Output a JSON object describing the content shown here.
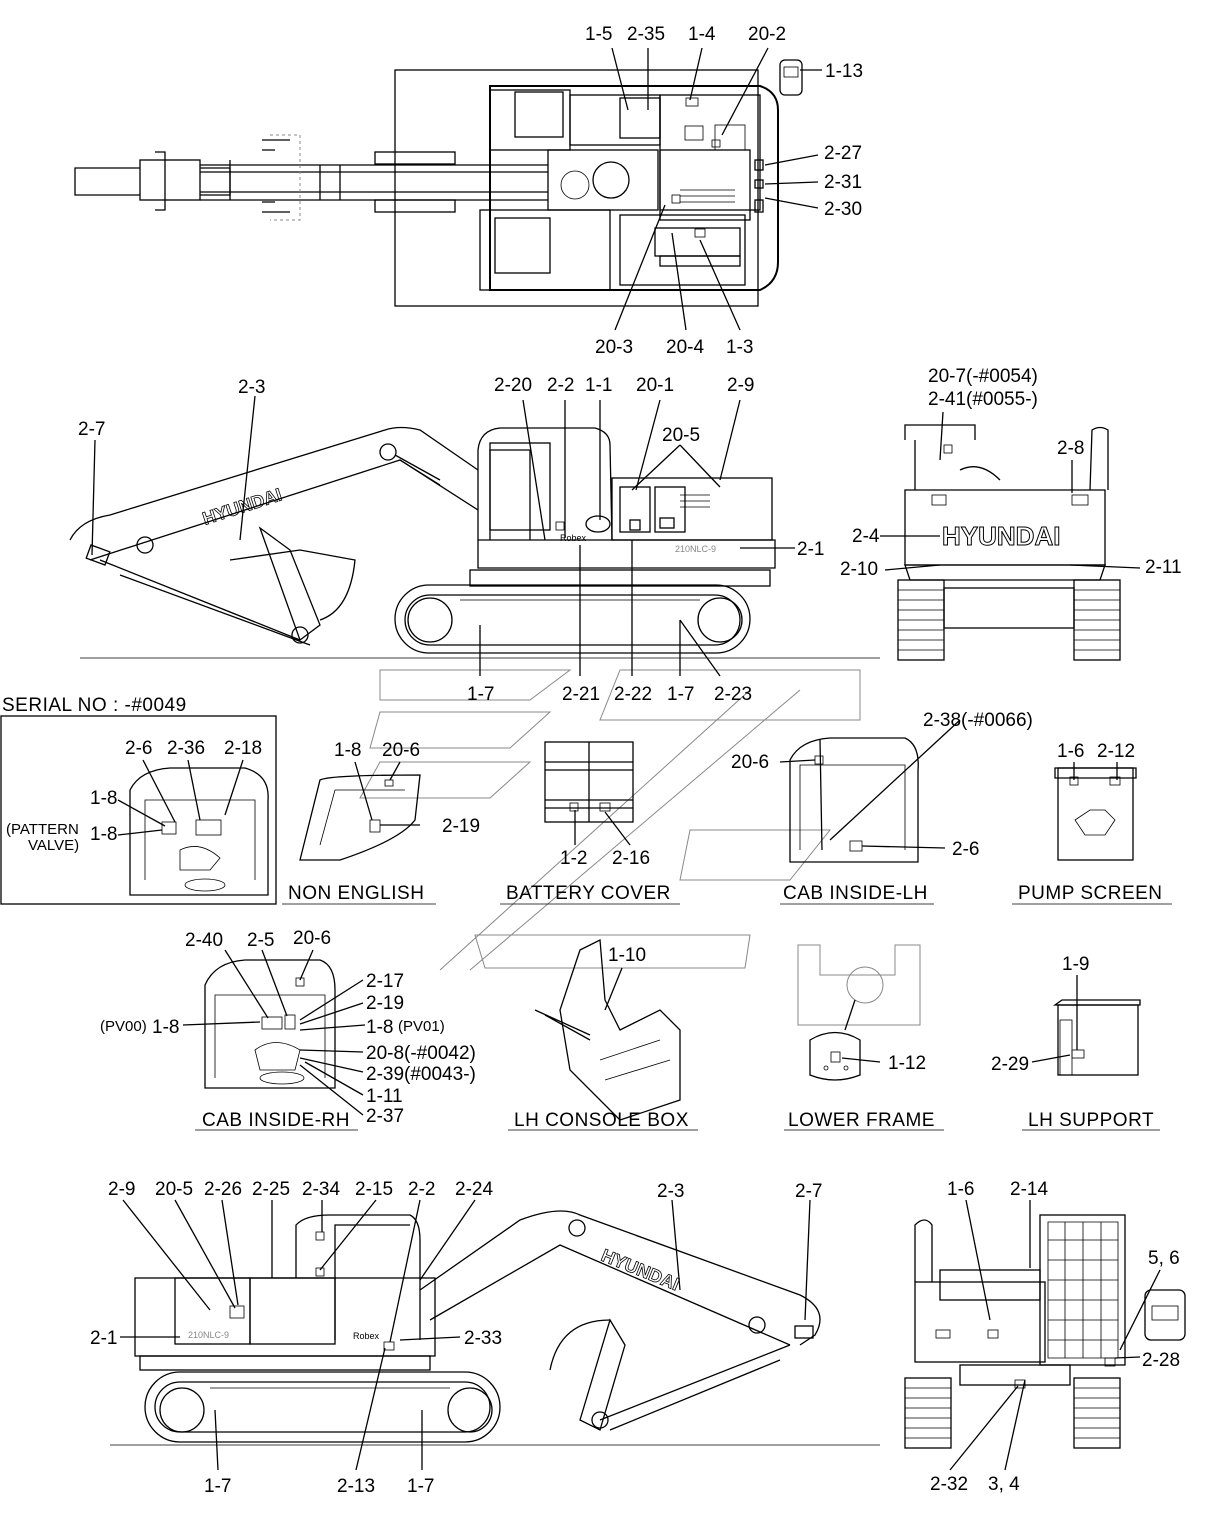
{
  "callouts": [
    {
      "id": "c-1-5",
      "text": "1-5"
    },
    {
      "id": "c-2-35",
      "text": "2-35"
    },
    {
      "id": "c-1-4",
      "text": "1-4"
    },
    {
      "id": "c-20-2",
      "text": "20-2"
    },
    {
      "id": "c-1-13",
      "text": "1-13"
    },
    {
      "id": "c-2-27",
      "text": "2-27"
    },
    {
      "id": "c-2-31",
      "text": "2-31"
    },
    {
      "id": "c-2-30",
      "text": "2-30"
    },
    {
      "id": "c-20-3",
      "text": "20-3"
    },
    {
      "id": "c-20-4",
      "text": "20-4"
    },
    {
      "id": "c-1-3",
      "text": "1-3"
    },
    {
      "id": "c-2-3-a",
      "text": "2-3"
    },
    {
      "id": "c-2-7-a",
      "text": "2-7"
    },
    {
      "id": "c-2-20",
      "text": "2-20"
    },
    {
      "id": "c-2-2-a",
      "text": "2-2"
    },
    {
      "id": "c-1-1",
      "text": "1-1"
    },
    {
      "id": "c-20-1",
      "text": "20-1"
    },
    {
      "id": "c-2-9-a",
      "text": "2-9"
    },
    {
      "id": "c-20-5-a",
      "text": "20-5"
    },
    {
      "id": "c-2-1-a",
      "text": "2-1"
    },
    {
      "id": "c-1-7-a",
      "text": "1-7"
    },
    {
      "id": "c-2-21",
      "text": "2-21"
    },
    {
      "id": "c-2-22",
      "text": "2-22"
    },
    {
      "id": "c-1-7-b",
      "text": "1-7"
    },
    {
      "id": "c-2-23",
      "text": "2-23"
    },
    {
      "id": "c-20-7",
      "text": "20-7(-#0054)"
    },
    {
      "id": "c-2-41",
      "text": "2-41(#0055-)"
    },
    {
      "id": "c-2-8",
      "text": "2-8"
    },
    {
      "id": "c-2-4",
      "text": "2-4"
    },
    {
      "id": "c-2-10",
      "text": "2-10"
    },
    {
      "id": "c-2-11",
      "text": "2-11"
    },
    {
      "id": "c-2-6-a",
      "text": "2-6"
    },
    {
      "id": "c-2-36",
      "text": "2-36"
    },
    {
      "id": "c-2-18",
      "text": "2-18"
    },
    {
      "id": "c-1-8-a",
      "text": "1-8"
    },
    {
      "id": "c-1-8-b",
      "text": "1-8"
    },
    {
      "id": "c-pattern",
      "text": "(PATTERN"
    },
    {
      "id": "c-valve",
      "text": "VALVE)"
    },
    {
      "id": "c-1-8-c",
      "text": "1-8"
    },
    {
      "id": "c-20-6-a",
      "text": "20-6"
    },
    {
      "id": "c-2-19-a",
      "text": "2-19"
    },
    {
      "id": "c-1-2",
      "text": "1-2"
    },
    {
      "id": "c-2-16",
      "text": "2-16"
    },
    {
      "id": "c-2-38",
      "text": "2-38(-#0066)"
    },
    {
      "id": "c-20-6-b",
      "text": "20-6"
    },
    {
      "id": "c-2-6-b",
      "text": "2-6"
    },
    {
      "id": "c-1-6-a",
      "text": "1-6"
    },
    {
      "id": "c-2-12",
      "text": "2-12"
    },
    {
      "id": "c-2-40",
      "text": "2-40"
    },
    {
      "id": "c-2-5",
      "text": "2-5"
    },
    {
      "id": "c-20-6-c",
      "text": "20-6"
    },
    {
      "id": "c-2-17",
      "text": "2-17"
    },
    {
      "id": "c-2-19-b",
      "text": "2-19"
    },
    {
      "id": "c-pv00",
      "text": "(PV00)"
    },
    {
      "id": "c-1-8-d",
      "text": "1-8"
    },
    {
      "id": "c-1-8-e",
      "text": "1-8"
    },
    {
      "id": "c-pv01",
      "text": "(PV01)"
    },
    {
      "id": "c-20-8",
      "text": "20-8(-#0042)"
    },
    {
      "id": "c-2-39",
      "text": "2-39(#0043-)"
    },
    {
      "id": "c-1-11",
      "text": "1-11"
    },
    {
      "id": "c-2-37",
      "text": "2-37"
    },
    {
      "id": "c-1-10",
      "text": "1-10"
    },
    {
      "id": "c-1-12",
      "text": "1-12"
    },
    {
      "id": "c-1-9",
      "text": "1-9"
    },
    {
      "id": "c-2-29",
      "text": "2-29"
    },
    {
      "id": "c-2-9-b",
      "text": "2-9"
    },
    {
      "id": "c-20-5-b",
      "text": "20-5"
    },
    {
      "id": "c-2-26",
      "text": "2-26"
    },
    {
      "id": "c-2-25",
      "text": "2-25"
    },
    {
      "id": "c-2-34",
      "text": "2-34"
    },
    {
      "id": "c-2-15",
      "text": "2-15"
    },
    {
      "id": "c-2-2-b",
      "text": "2-2"
    },
    {
      "id": "c-2-24",
      "text": "2-24"
    },
    {
      "id": "c-2-3-b",
      "text": "2-3"
    },
    {
      "id": "c-2-7-b",
      "text": "2-7"
    },
    {
      "id": "c-2-1-b",
      "text": "2-1"
    },
    {
      "id": "c-2-33",
      "text": "2-33"
    },
    {
      "id": "c-1-7-c",
      "text": "1-7"
    },
    {
      "id": "c-2-13",
      "text": "2-13"
    },
    {
      "id": "c-1-7-d",
      "text": "1-7"
    },
    {
      "id": "c-1-6-b",
      "text": "1-6"
    },
    {
      "id": "c-2-14",
      "text": "2-14"
    },
    {
      "id": "c-5-6",
      "text": "5, 6"
    },
    {
      "id": "c-2-28",
      "text": "2-28"
    },
    {
      "id": "c-2-32",
      "text": "2-32"
    },
    {
      "id": "c-3-4",
      "text": "3, 4"
    }
  ],
  "sections": {
    "serial": "SERIAL NO : -#0049",
    "non_english": "NON ENGLISH",
    "battery_cover": "BATTERY COVER",
    "cab_inside_lh": "CAB INSIDE-LH",
    "pump_screen": "PUMP SCREEN",
    "cab_inside_rh": "CAB INSIDE-RH",
    "lh_console_box": "LH CONSOLE BOX",
    "lower_frame": "LOWER FRAME",
    "lh_support": "LH SUPPORT"
  },
  "machine_text": {
    "brand": "HYUNDAI",
    "model_badge": "210NLC-9"
  }
}
